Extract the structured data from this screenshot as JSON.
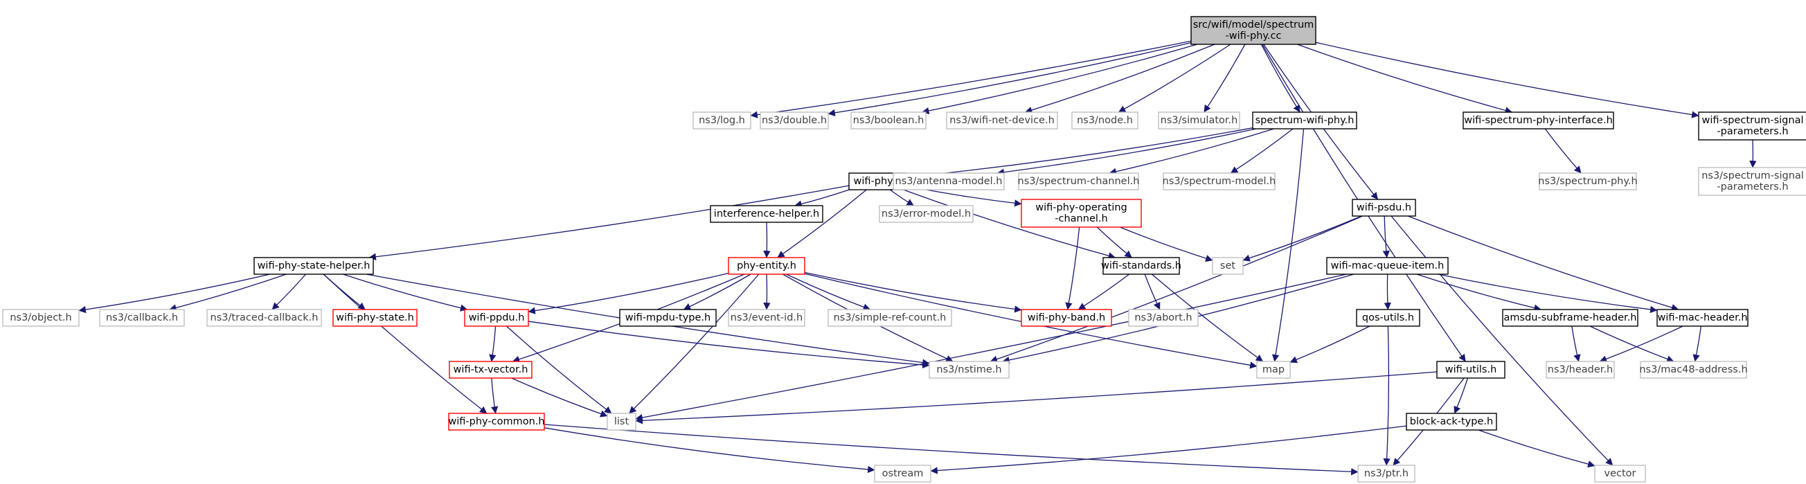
{
  "graph": {
    "styles": {
      "root": {
        "fill": "#bfbfbf",
        "stroke": "#000000",
        "text": "#000000"
      },
      "normal": {
        "fill": "#ffffff",
        "stroke": "#000000",
        "text": "#000000"
      },
      "external": {
        "fill": "#ffffff",
        "stroke": "#bfbfbf",
        "text": "#404040"
      },
      "missing": {
        "fill": "#ffffff",
        "stroke": "#ff0000",
        "text": "#000000"
      },
      "edge": "#191970"
    },
    "nodes": [
      {
        "id": "root",
        "lines": [
          "src/wifi/model/spectrum",
          "-wifi-phy.cc"
        ],
        "kind": "root"
      },
      {
        "id": "log",
        "lines": [
          "ns3/log.h"
        ],
        "kind": "external"
      },
      {
        "id": "double",
        "lines": [
          "ns3/double.h"
        ],
        "kind": "external"
      },
      {
        "id": "boolean",
        "lines": [
          "ns3/boolean.h"
        ],
        "kind": "external"
      },
      {
        "id": "wifinetdev",
        "lines": [
          "ns3/wifi-net-device.h"
        ],
        "kind": "external"
      },
      {
        "id": "node",
        "lines": [
          "ns3/node.h"
        ],
        "kind": "external"
      },
      {
        "id": "simulator",
        "lines": [
          "ns3/simulator.h"
        ],
        "kind": "external"
      },
      {
        "id": "swp",
        "lines": [
          "spectrum-wifi-phy.h"
        ],
        "kind": "normal"
      },
      {
        "id": "wspi",
        "lines": [
          "wifi-spectrum-phy-interface.h"
        ],
        "kind": "normal"
      },
      {
        "id": "wssp",
        "lines": [
          "wifi-spectrum-signal",
          "-parameters.h"
        ],
        "kind": "normal"
      },
      {
        "id": "specphy",
        "lines": [
          "ns3/spectrum-phy.h"
        ],
        "kind": "external"
      },
      {
        "id": "nsssp",
        "lines": [
          "ns3/spectrum-signal",
          "-parameters.h"
        ],
        "kind": "external"
      },
      {
        "id": "wifiphy",
        "lines": [
          "wifi-phy.h"
        ],
        "kind": "normal"
      },
      {
        "id": "antenna",
        "lines": [
          "ns3/antenna-model.h"
        ],
        "kind": "external"
      },
      {
        "id": "specchan",
        "lines": [
          "ns3/spectrum-channel.h"
        ],
        "kind": "external"
      },
      {
        "id": "specmodel",
        "lines": [
          "ns3/spectrum-model.h"
        ],
        "kind": "external"
      },
      {
        "id": "interf",
        "lines": [
          "interference-helper.h"
        ],
        "kind": "normal"
      },
      {
        "id": "errmodel",
        "lines": [
          "ns3/error-model.h"
        ],
        "kind": "external"
      },
      {
        "id": "wpoc",
        "lines": [
          "wifi-phy-operating",
          "-channel.h"
        ],
        "kind": "missing"
      },
      {
        "id": "psdu",
        "lines": [
          "wifi-psdu.h"
        ],
        "kind": "normal"
      },
      {
        "id": "wpsh",
        "lines": [
          "wifi-phy-state-helper.h"
        ],
        "kind": "normal"
      },
      {
        "id": "phyentity",
        "lines": [
          "phy-entity.h"
        ],
        "kind": "missing"
      },
      {
        "id": "wstd",
        "lines": [
          "wifi-standards.h"
        ],
        "kind": "normal"
      },
      {
        "id": "set",
        "lines": [
          "set"
        ],
        "kind": "external"
      },
      {
        "id": "wmqi",
        "lines": [
          "wifi-mac-queue-item.h"
        ],
        "kind": "normal"
      },
      {
        "id": "object",
        "lines": [
          "ns3/object.h"
        ],
        "kind": "external"
      },
      {
        "id": "callback",
        "lines": [
          "ns3/callback.h"
        ],
        "kind": "external"
      },
      {
        "id": "tcallback",
        "lines": [
          "ns3/traced-callback.h"
        ],
        "kind": "external"
      },
      {
        "id": "wps",
        "lines": [
          "wifi-phy-state.h"
        ],
        "kind": "missing"
      },
      {
        "id": "ppdu",
        "lines": [
          "wifi-ppdu.h"
        ],
        "kind": "missing"
      },
      {
        "id": "mpdutype",
        "lines": [
          "wifi-mpdu-type.h"
        ],
        "kind": "normal"
      },
      {
        "id": "eventid",
        "lines": [
          "ns3/event-id.h"
        ],
        "kind": "external"
      },
      {
        "id": "srefc",
        "lines": [
          "ns3/simple-ref-count.h"
        ],
        "kind": "external"
      },
      {
        "id": "band",
        "lines": [
          "wifi-phy-band.h"
        ],
        "kind": "missing"
      },
      {
        "id": "abort",
        "lines": [
          "ns3/abort.h"
        ],
        "kind": "external"
      },
      {
        "id": "qos",
        "lines": [
          "qos-utils.h"
        ],
        "kind": "normal"
      },
      {
        "id": "amsdu",
        "lines": [
          "amsdu-subframe-header.h"
        ],
        "kind": "normal"
      },
      {
        "id": "wmh",
        "lines": [
          "wifi-mac-header.h"
        ],
        "kind": "normal"
      },
      {
        "id": "txvec",
        "lines": [
          "wifi-tx-vector.h"
        ],
        "kind": "missing"
      },
      {
        "id": "nstime",
        "lines": [
          "ns3/nstime.h"
        ],
        "kind": "external"
      },
      {
        "id": "map",
        "lines": [
          "map"
        ],
        "kind": "external"
      },
      {
        "id": "header",
        "lines": [
          "ns3/header.h"
        ],
        "kind": "external"
      },
      {
        "id": "mac48",
        "lines": [
          "ns3/mac48-address.h"
        ],
        "kind": "external"
      },
      {
        "id": "wutils",
        "lines": [
          "wifi-utils.h"
        ],
        "kind": "normal"
      },
      {
        "id": "wpc",
        "lines": [
          "wifi-phy-common.h"
        ],
        "kind": "missing"
      },
      {
        "id": "list",
        "lines": [
          "list"
        ],
        "kind": "external"
      },
      {
        "id": "bat",
        "lines": [
          "block-ack-type.h"
        ],
        "kind": "normal"
      },
      {
        "id": "ostream",
        "lines": [
          "ostream"
        ],
        "kind": "external"
      },
      {
        "id": "ptr",
        "lines": [
          "ns3/ptr.h"
        ],
        "kind": "external"
      },
      {
        "id": "vector",
        "lines": [
          "vector"
        ],
        "kind": "external"
      }
    ],
    "edges": [
      [
        "root",
        "log"
      ],
      [
        "root",
        "double"
      ],
      [
        "root",
        "boolean"
      ],
      [
        "root",
        "wifinetdev"
      ],
      [
        "root",
        "node"
      ],
      [
        "root",
        "simulator"
      ],
      [
        "root",
        "swp"
      ],
      [
        "root",
        "wspi"
      ],
      [
        "root",
        "wssp"
      ],
      [
        "root",
        "psdu"
      ],
      [
        "root",
        "wutils"
      ],
      [
        "wspi",
        "specphy"
      ],
      [
        "wssp",
        "nsssp"
      ],
      [
        "swp",
        "wifiphy"
      ],
      [
        "swp",
        "antenna"
      ],
      [
        "swp",
        "specchan"
      ],
      [
        "swp",
        "specmodel"
      ],
      [
        "swp",
        "map"
      ],
      [
        "wifiphy",
        "interf"
      ],
      [
        "wifiphy",
        "errmodel"
      ],
      [
        "wifiphy",
        "wpoc"
      ],
      [
        "wifiphy",
        "wpsh"
      ],
      [
        "wifiphy",
        "phyentity"
      ],
      [
        "wifiphy",
        "wstd"
      ],
      [
        "interf",
        "phyentity"
      ],
      [
        "wpoc",
        "wstd"
      ],
      [
        "wpoc",
        "band"
      ],
      [
        "wpoc",
        "set"
      ],
      [
        "wstd",
        "band"
      ],
      [
        "wstd",
        "abort"
      ],
      [
        "wstd",
        "map"
      ],
      [
        "psdu",
        "set"
      ],
      [
        "psdu",
        "wmqi"
      ],
      [
        "psdu",
        "wmh"
      ],
      [
        "psdu",
        "nstime"
      ],
      [
        "psdu",
        "vector"
      ],
      [
        "wpsh",
        "object"
      ],
      [
        "wpsh",
        "callback"
      ],
      [
        "wpsh",
        "tcallback"
      ],
      [
        "wpsh",
        "wps"
      ],
      [
        "wpsh",
        "ppdu"
      ],
      [
        "wpsh",
        "nstime"
      ],
      [
        "wpsh",
        "wpc"
      ],
      [
        "phyentity",
        "ppdu"
      ],
      [
        "phyentity",
        "mpdutype"
      ],
      [
        "phyentity",
        "eventid"
      ],
      [
        "phyentity",
        "srefc"
      ],
      [
        "phyentity",
        "band"
      ],
      [
        "phyentity",
        "nstime"
      ],
      [
        "phyentity",
        "map"
      ],
      [
        "phyentity",
        "txvec"
      ],
      [
        "phyentity",
        "list"
      ],
      [
        "wmqi",
        "qos"
      ],
      [
        "wmqi",
        "amsdu"
      ],
      [
        "wmqi",
        "wmh"
      ],
      [
        "wmqi",
        "nstime"
      ],
      [
        "wmqi",
        "list"
      ],
      [
        "ppdu",
        "txvec"
      ],
      [
        "ppdu",
        "nstime"
      ],
      [
        "ppdu",
        "list"
      ],
      [
        "txvec",
        "wpc"
      ],
      [
        "txvec",
        "list"
      ],
      [
        "wpc",
        "ostream"
      ],
      [
        "wpc",
        "ptr"
      ],
      [
        "qos",
        "map"
      ],
      [
        "qos",
        "ptr"
      ],
      [
        "amsdu",
        "header"
      ],
      [
        "amsdu",
        "mac48"
      ],
      [
        "wmh",
        "header"
      ],
      [
        "wmh",
        "mac48"
      ],
      [
        "wutils",
        "list"
      ],
      [
        "wutils",
        "bat"
      ],
      [
        "wutils",
        "ptr"
      ],
      [
        "bat",
        "ostream"
      ],
      [
        "bat",
        "vector"
      ]
    ]
  }
}
